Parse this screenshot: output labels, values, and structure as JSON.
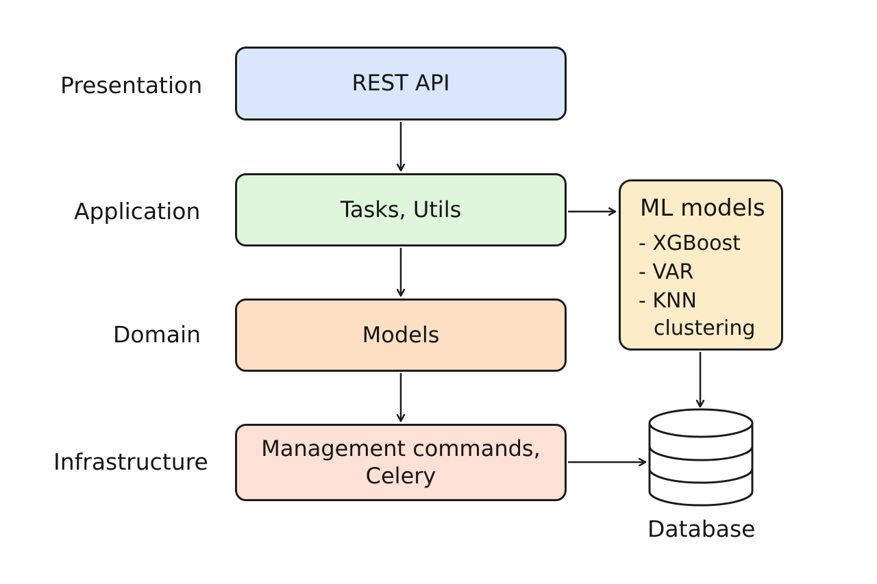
{
  "layers": {
    "presentation": "Presentation",
    "application": "Application",
    "domain": "Domain",
    "infrastructure": "Infrastructure"
  },
  "boxes": {
    "rest_api": "REST API",
    "tasks_utils": "Tasks, Utils",
    "models": "Models",
    "infra_line1": "Management commands,",
    "infra_line2": "Celery"
  },
  "ml_models": {
    "title": "ML models",
    "items": [
      "- XGBoost",
      "- VAR",
      "- KNN",
      "clustering"
    ]
  },
  "database": {
    "label": "Database"
  },
  "colors": {
    "presentation_fill": "#d9e6fb",
    "application_fill": "#dff5dc",
    "domain_fill": "#fde0c4",
    "infrastructure_fill": "#fde0d6",
    "ml_fill": "#fdecc8",
    "stroke": "#1c1c1c"
  }
}
